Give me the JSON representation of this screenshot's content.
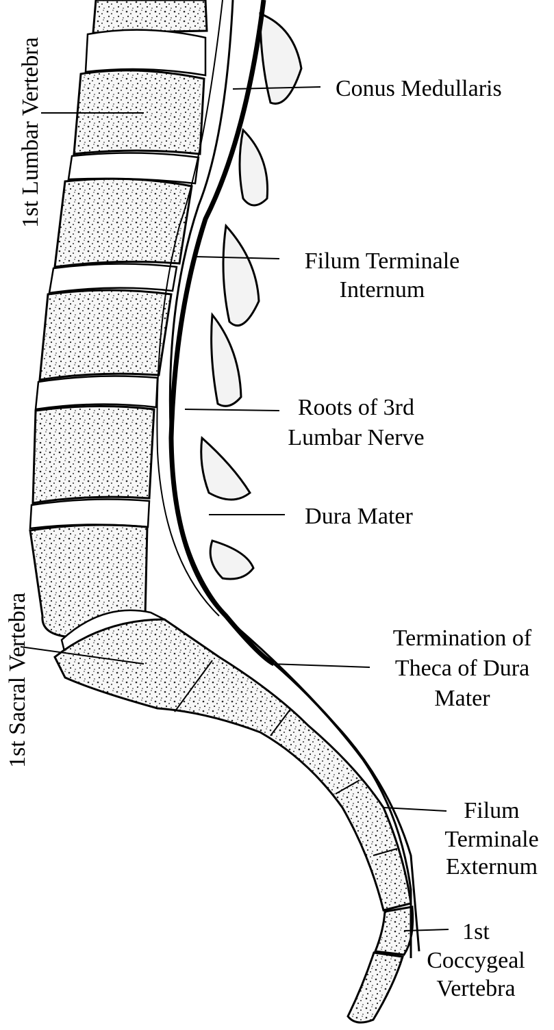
{
  "labels": {
    "lumbar_vertebra_1": "1st Lumbar Vertebra",
    "sacral_vertebra_1": "1st Sacral Vertebra",
    "conus_medullaris": "Conus Medullaris",
    "filum_internum_1": "Filum Terminale",
    "filum_internum_2": "Internum",
    "roots_1": "Roots of 3rd",
    "roots_2": "Lumbar Nerve",
    "dura_mater": "Dura Mater",
    "termination_1": "Termination of",
    "termination_2": "Theca of Dura",
    "termination_3": "Mater",
    "filum_externum_1": "Filum",
    "filum_externum_2": "Terminale",
    "filum_externum_3": "Externum",
    "coccygeal_1": "1st",
    "coccygeal_2": "Coccygeal",
    "coccygeal_3": "Vertebra"
  }
}
